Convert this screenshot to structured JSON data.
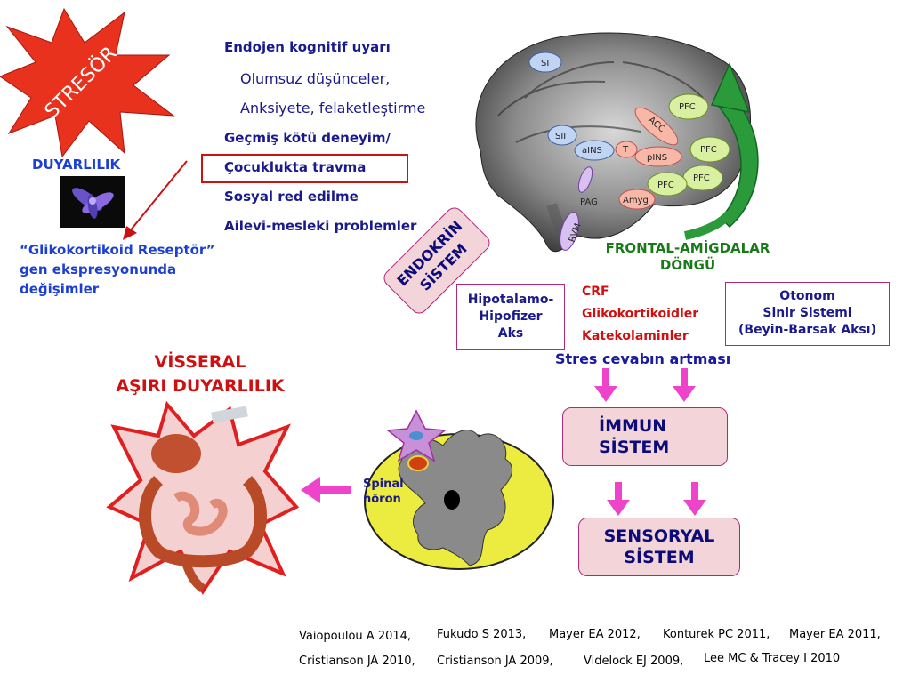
{
  "stressor": "STRESÖR",
  "sensitivity": "DUYARLILIK",
  "glucocorticoid": {
    "l1": "“Glikokortikoid Reseptör”",
    "l2": "gen ekspresyonunda",
    "l3": "değişimler"
  },
  "factors": {
    "l1": "Endojen kognitif uyarı",
    "l2": "Olumsuz düşünceler,",
    "l3": "Anksiyete, felaketleştirme",
    "l4": "Geçmiş kötü deneyim/",
    "l5": "Çocuklukta travma",
    "l6": "Sosyal red edilme",
    "l7": "Ailevi-mesleki problemler"
  },
  "brain_labels": {
    "si": "SI",
    "sii": "SII",
    "ains": "aINS",
    "t": "T",
    "pins": "pINS",
    "acc": "ACC",
    "pfc1": "PFC",
    "pfc2": "PFC",
    "pfc3": "PFC",
    "pfc4": "PFC",
    "amyg": "Amyg",
    "pag": "PAG",
    "rvm": "RVM"
  },
  "frontal_loop": {
    "l1": "FRONTAL-AMİGDALAR",
    "l2": "DÖNGÜ"
  },
  "endocrine": {
    "l1": "ENDOKRİN",
    "l2": "SİSTEM"
  },
  "hpa": {
    "l1": "Hipotalamo-",
    "l2": "Hipofizer",
    "l3": "Aks"
  },
  "hormones": {
    "crf": "CRF",
    "gluco": "Glikokortikoidler",
    "cat": "Katekolaminler"
  },
  "autonomic": {
    "l1": "Otonom",
    "l2": "Sinir Sistemi",
    "l3": "(Beyin-Barsak Aksı)"
  },
  "stress_response": "Stres cevabın artması",
  "immune": {
    "l1": "İMMUN",
    "l2": "SİSTEM"
  },
  "sensory": {
    "l1": "SENSORYAL",
    "l2": "SİSTEM"
  },
  "visceral": {
    "l1": "VİSSERAL",
    "l2": "AŞIRI DUYARLILIK"
  },
  "spinal": {
    "l1": "Spinal",
    "l2": "nöron"
  },
  "references": {
    "r1": "Vaiopoulou A 2014,",
    "r2": "Fukudo S 2013,",
    "r3": "Mayer EA 2012,",
    "r4": "Konturek PC 2011,",
    "r5": "Mayer EA 2011,",
    "r6": "Cristianson JA 2010,",
    "r7": "Cristianson JA 2009,",
    "r8": "Videlock EJ 2009,",
    "r9": "Lee MC & Tracey I  2010"
  },
  "colors": {
    "stressor_star": "#e8321e",
    "pink_arrow": "#ee44cc",
    "dark_red_arrow": "#cc1111",
    "box_fill": "#f3d4d8",
    "green_arrow": "#2a9a3a",
    "spinal_fill": "#ecec40"
  }
}
